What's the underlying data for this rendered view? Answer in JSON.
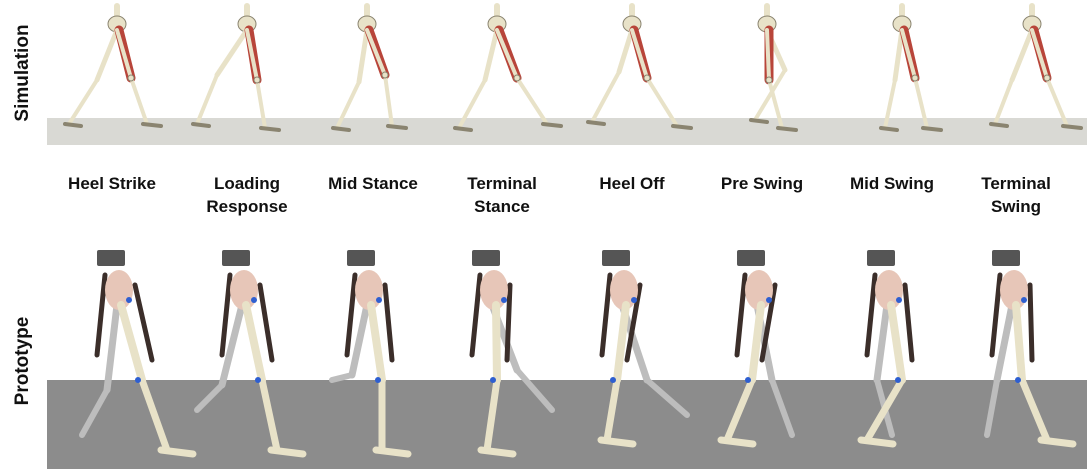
{
  "labels": {
    "simulation": "Simulation",
    "prototype": "Prototype"
  },
  "phases": [
    "Heel Strike",
    "Loading\nResponse",
    "Mid Stance",
    "Terminal\nStance",
    "Heel Off",
    "Pre Swing",
    "Mid Swing",
    "Terminal\nSwing"
  ],
  "colors": {
    "sim_floor": "#d9d9d4",
    "proto_floor": "#8c8c8c",
    "bone": "#e8e2c8",
    "bone_edge": "#8a8470",
    "muscle": "#b8453a",
    "hip_skin": "#e7c6b8",
    "device_dark": "#3b2e2a",
    "device_grey": "#bdbdbd",
    "marker_blue": "#2f5fd0"
  }
}
